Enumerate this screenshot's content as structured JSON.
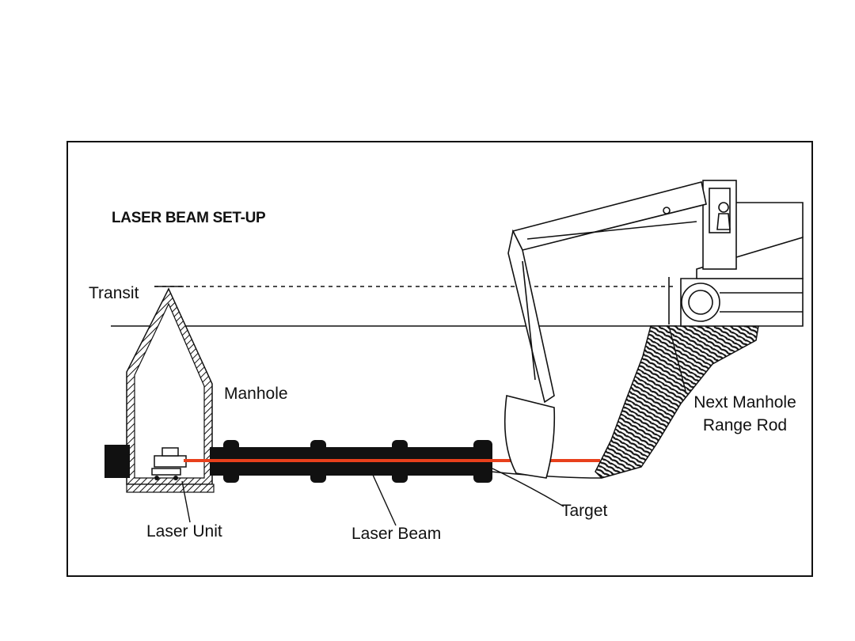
{
  "diagram": {
    "title": "LASER BEAM SET-UP",
    "labels": {
      "transit": "Transit",
      "manhole": "Manhole",
      "next_manhole": "Next Manhole",
      "range_rod": "Range Rod",
      "target": "Target",
      "laser_unit": "Laser Unit",
      "laser_beam": "Laser Beam"
    },
    "colors": {
      "beam": "#e8401c",
      "ink": "#111111"
    }
  }
}
